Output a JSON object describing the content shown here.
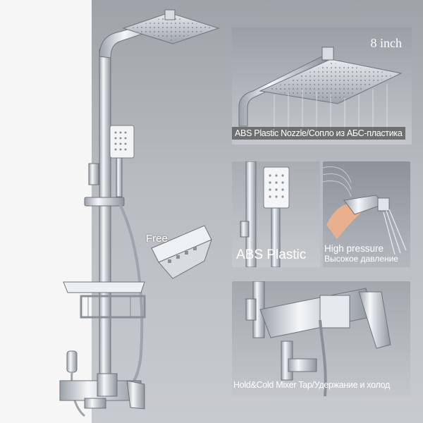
{
  "colors": {
    "background": "#b9bdc1",
    "wall": "#f6f6f6",
    "chrome": "#dfe3e7",
    "caption_text": "#ffffff",
    "caption_bar": "#3a3a3a"
  },
  "main_product": {
    "free_label": "Free",
    "icons": [
      "rain-showerhead-icon",
      "hand-shower-icon",
      "soap-shelf-icon",
      "bidet-sprayer-icon",
      "mixer-tap-icon"
    ]
  },
  "panels": {
    "top": {
      "size_label": "8 inch",
      "caption": "ABS Plastic Nozzle/Сопло из АБС-пластика"
    },
    "middle_left": {
      "caption": "ABS Plastic"
    },
    "middle_right": {
      "caption_line1": "High pressure",
      "caption_line2": "Высокое давление"
    },
    "bottom": {
      "caption": "Hold&Cold Mixer Tap/Удержание и холод"
    }
  }
}
